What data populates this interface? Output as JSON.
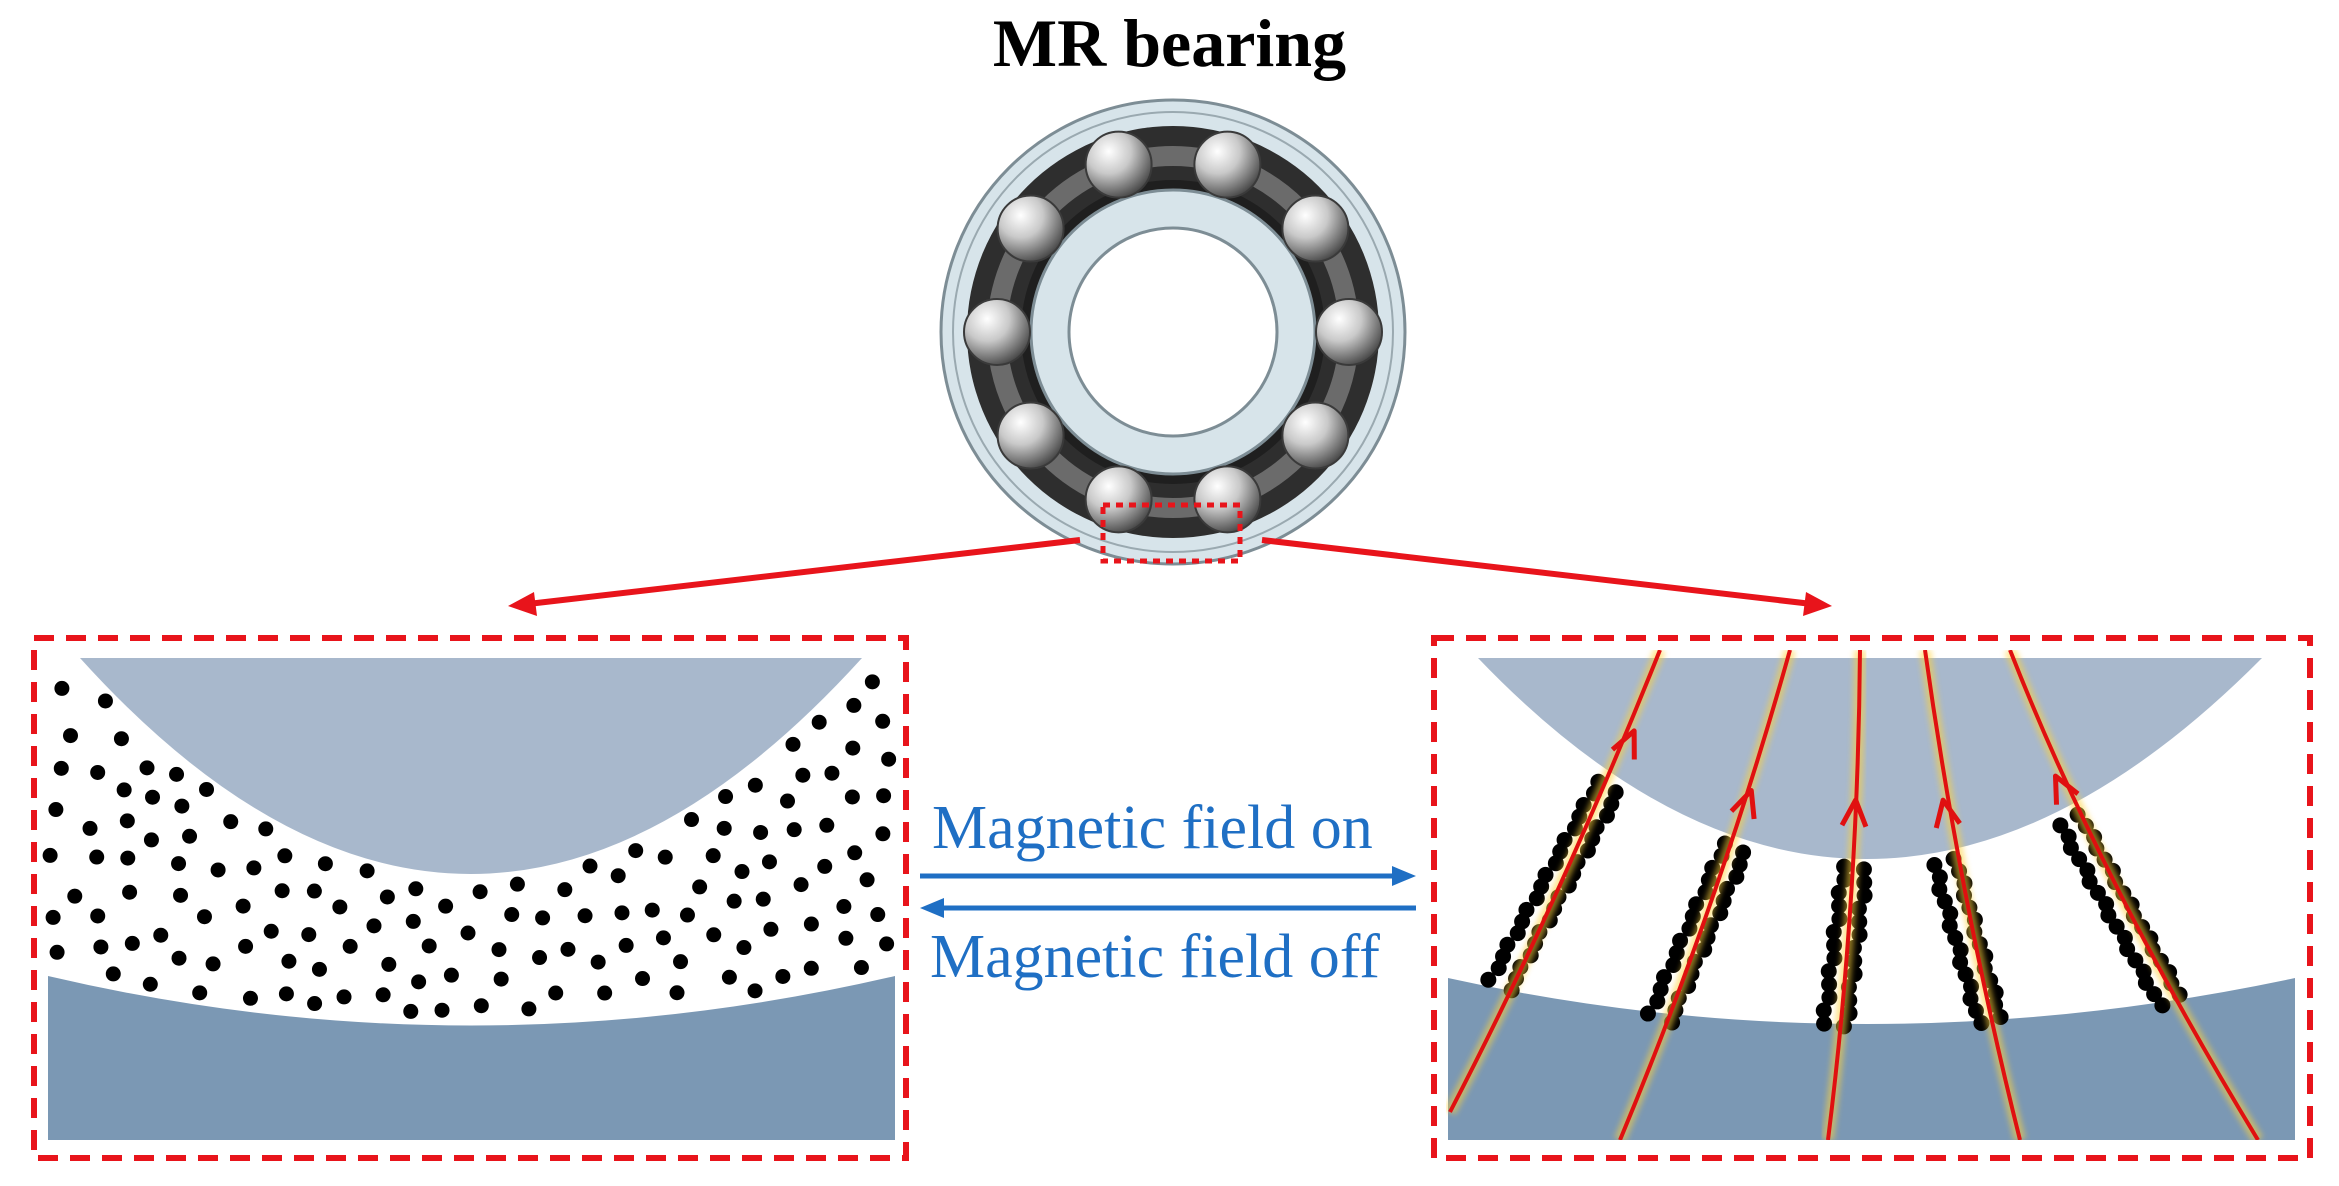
{
  "title": "MR bearing",
  "labels": {
    "field_on": "Magnetic field on",
    "field_off": "Magnetic field off"
  },
  "colors": {
    "highlight_red": "#e8141b",
    "label_blue": "#1f6fc4",
    "upper_surface": "#a8b8cc",
    "lower_surface": "#7b98b4",
    "particle": "#000000",
    "field_line": "#e01010",
    "field_line_glow": "#ffd23a",
    "bearing_ring": "#d7e4ea",
    "bearing_raceway": "#333333"
  },
  "icons": {
    "bearing": "ball-bearing-icon",
    "field_line_arrow": "arrowhead-icon"
  }
}
